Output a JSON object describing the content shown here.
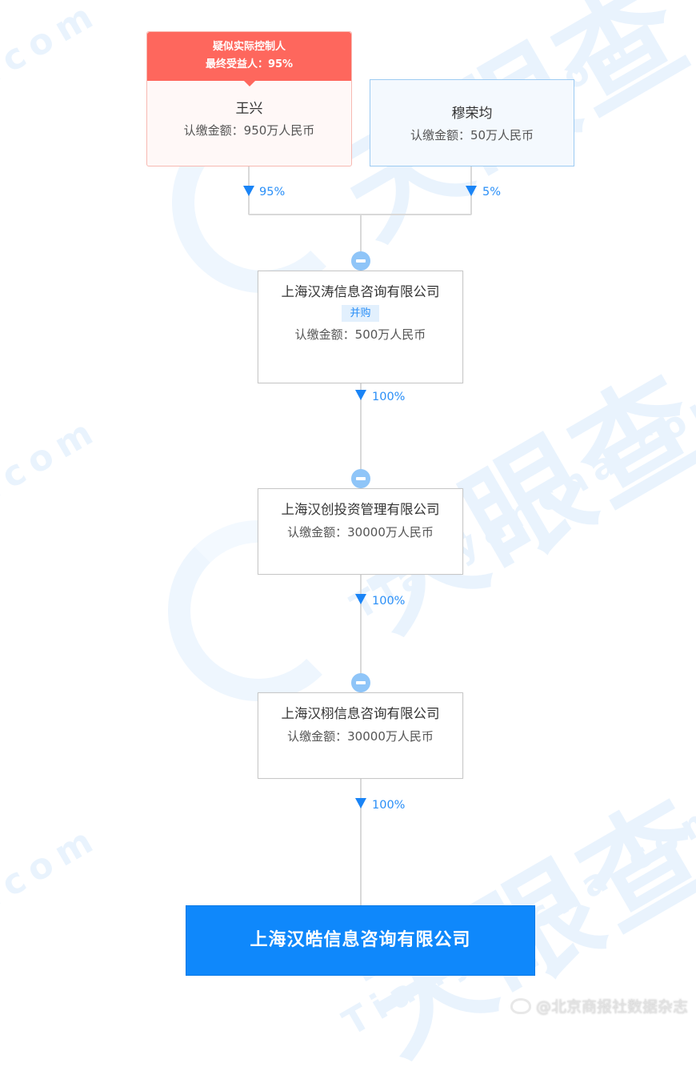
{
  "watermark": {
    "brand": "天眼查",
    "domain_fragment": ".com",
    "domain_full": "Tianyancha.com"
  },
  "shareholders": [
    {
      "name": "王兴",
      "amount_label": "认缴金额：950万人民币",
      "badge_line1": "疑似实际控制人",
      "badge_line2": "最终受益人：95%",
      "share_pct": "95%"
    },
    {
      "name": "穆荣均",
      "amount_label": "认缴金额：50万人民币",
      "share_pct": "5%"
    }
  ],
  "chain": [
    {
      "name": "上海汉涛信息咨询有限公司",
      "tag": "并购",
      "amount_label": "认缴金额：500万人民币",
      "share_pct": "100%"
    },
    {
      "name": "上海汉创投资管理有限公司",
      "amount_label": "认缴金额：30000万人民币",
      "share_pct": "100%"
    },
    {
      "name": "上海汉栩信息咨询有限公司",
      "amount_label": "认缴金额：30000万人民币",
      "share_pct": "100%"
    }
  ],
  "target": {
    "name": "上海汉皓信息咨询有限公司"
  },
  "source_watermark": "@北京商报社数据杂志",
  "colors": {
    "controller_red": "#fe675d",
    "holder_blue_border": "#9dcbf2",
    "arrow_blue": "#1a84f6",
    "target_blue": "#0f88fb",
    "collapse_blue": "#8fc5f8"
  }
}
